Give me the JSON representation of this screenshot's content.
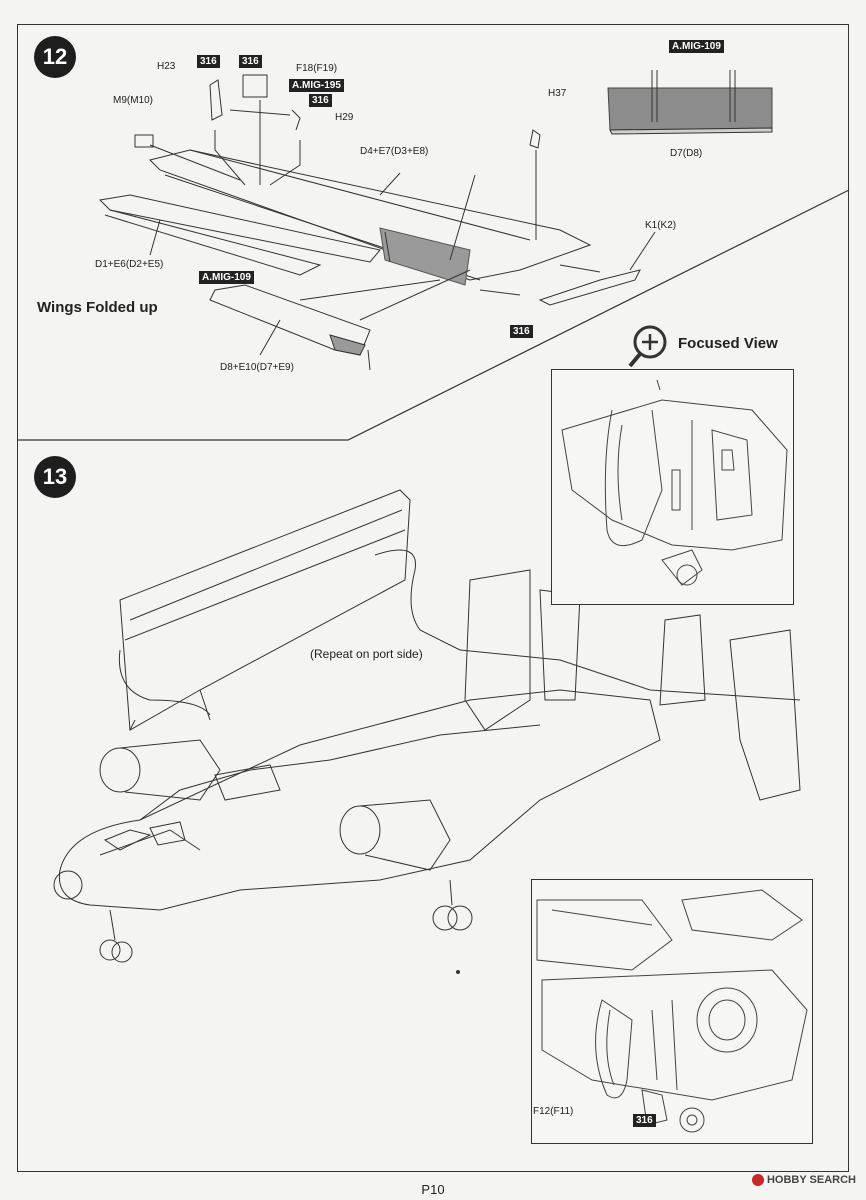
{
  "step12": {
    "number": "12",
    "parts": {
      "h23": "H23",
      "f18": "F18(F19)",
      "m9": "M9(M10)",
      "h29": "H29",
      "h37": "H37",
      "d4e7": "D4+E7(D3+E8)",
      "d1e6": "D1+E6(D2+E5)",
      "k1": "K1(K2)",
      "d8e10": "D8+E10(D7+E9)",
      "d7": "D7(D8)"
    },
    "paints": {
      "p316_a": "316",
      "p316_b": "316",
      "p316_c": "316",
      "p316_d": "316",
      "mig195": "A.MIG-195",
      "mig109_a": "A.MIG-109",
      "mig109_b": "A.MIG-109"
    },
    "wings_label": "Wings Folded up",
    "focused_label": "Focused View"
  },
  "step13": {
    "number": "13",
    "repeat_note": "(Repeat on port side)",
    "f12": "F12(F11)",
    "paint_316": "316"
  },
  "footer": {
    "page": "P10",
    "watermark": "HOBBY SEARCH"
  }
}
